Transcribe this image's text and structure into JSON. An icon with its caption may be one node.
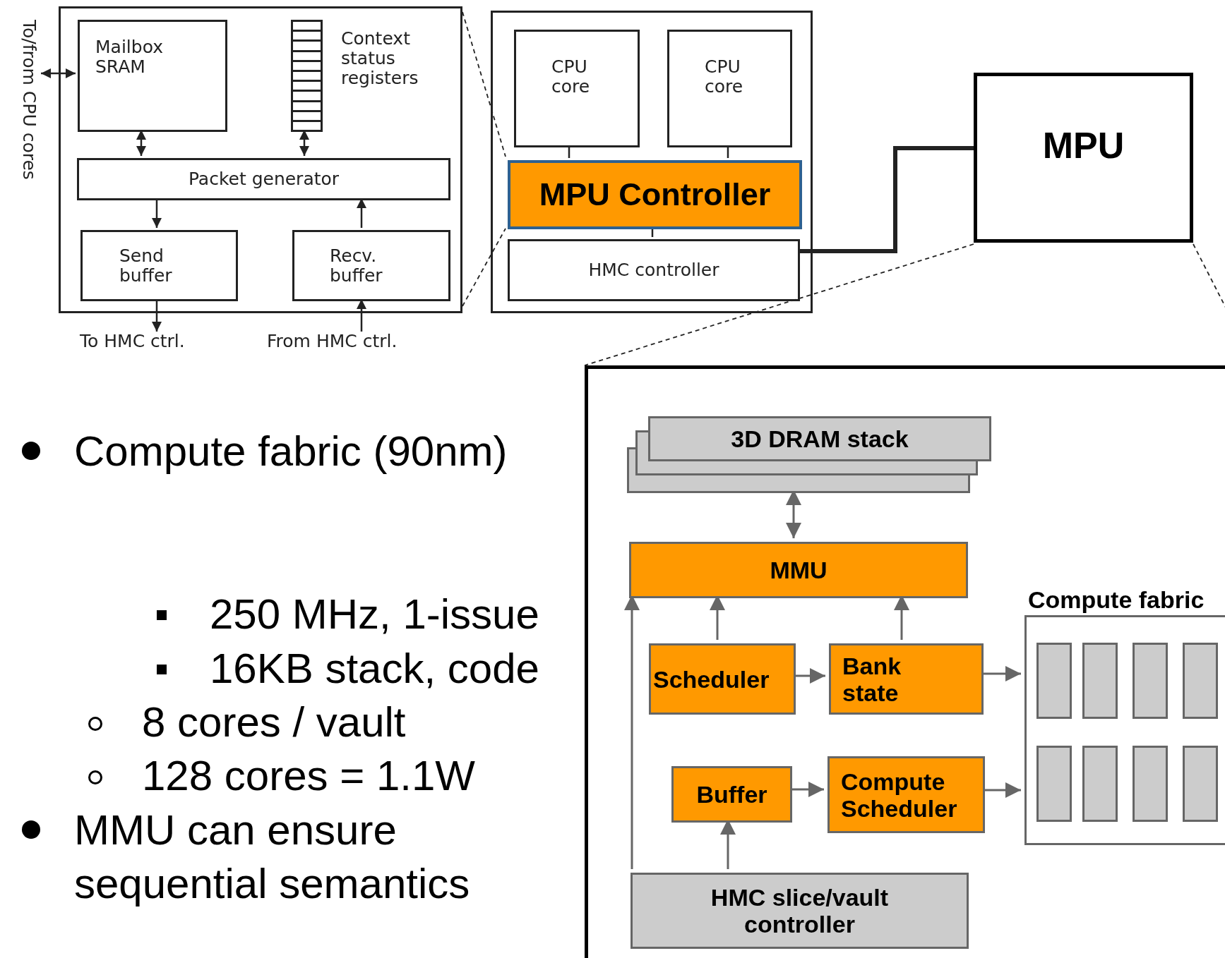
{
  "diagram": {
    "nodes": [
      {
        "text": [],
        "shape": "box"
      },
      {
        "text": [
          "Mailbox SRAM"
        ],
        "in": 0
      },
      {
        "text": [],
        "shape": "box",
        "in": 0,
        "beside": [
          "Context status registers"
        ]
      },
      {
        "text": [
          "Packet generator"
        ],
        "in": 0
      },
      {
        "text": [
          "Send buffer"
        ],
        "in": 0
      },
      {
        "text": [
          "Recv. buffer"
        ],
        "in": 0
      },
      {
        "text": [
          "To HMC ctrl."
        ]
      },
      {
        "text": [
          "From HMC ctrl."
        ]
      },
      {
        "text": [
          "To/from CPU cores"
        ]
      },
      {
        "text": [],
        "shape": "box"
      },
      {
        "text": [
          "CPU core"
        ],
        "in": 9
      },
      {
        "text": [
          "CPU core"
        ],
        "in": 9
      },
      {
        "text": [
          "MPU Controller"
        ],
        "in": 9
      },
      {
        "text": [
          "HMC controller"
        ],
        "in": 9
      },
      {
        "text": [
          "MPU"
        ]
      },
      {
        "text": [],
        "shape": "box"
      },
      {
        "text": [
          "3D DRAM stack"
        ],
        "in": 15
      },
      {
        "text": [
          "MMU"
        ],
        "in": 15
      },
      {
        "text": [
          "Scheduler"
        ],
        "in": 15
      },
      {
        "text": [
          "Bank state"
        ],
        "in": 15
      },
      {
        "text": [
          "Buffer"
        ],
        "in": 15
      },
      {
        "text": [
          "Compute Scheduler"
        ],
        "in": 15
      },
      {
        "text": [
          "HMC slice/vault controller"
        ],
        "in": 15
      },
      {
        "text": [
          "Compute fabric"
        ],
        "in": 15
      },
      {
        "text": [],
        "shape": "box",
        "in": 23
      },
      {
        "text": [],
        "shape": "box",
        "in": 23
      },
      {
        "text": [],
        "shape": "box",
        "in": 23
      },
      {
        "text": [],
        "shape": "box",
        "in": 23
      },
      {
        "text": [],
        "shape": "box",
        "in": 23
      },
      {
        "text": [],
        "shape": "box",
        "in": 23
      },
      {
        "text": [],
        "shape": "box",
        "in": 23
      },
      {
        "text": [],
        "shape": "box",
        "in": 23
      }
    ],
    "edges": [
      {
        "from": 8,
        "to": 1,
        "arrow": "both"
      },
      {
        "from": 1,
        "to": 3,
        "arrow": "both"
      },
      {
        "from": 2,
        "to": 3,
        "arrow": "both"
      },
      {
        "from": 3,
        "to": 4,
        "arrow": "to"
      },
      {
        "from": 5,
        "to": 3,
        "arrow": "to"
      },
      {
        "from": 4,
        "to": 6,
        "arrow": "to"
      },
      {
        "from": 7,
        "to": 5,
        "arrow": "to"
      },
      {
        "from": 10,
        "to": 12,
        "arrow": "none"
      },
      {
        "from": 11,
        "to": 12,
        "arrow": "none"
      },
      {
        "from": 12,
        "to": 13,
        "arrow": "none"
      },
      {
        "from": 13,
        "to": 14,
        "arrow": "none",
        "style": "thick"
      },
      {
        "from": 16,
        "to": 17,
        "arrow": "both",
        "color": "#666666"
      },
      {
        "from": 18,
        "to": 17,
        "arrow": "to",
        "color": "#666666"
      },
      {
        "from": 19,
        "to": 17,
        "arrow": "to",
        "color": "#666666"
      },
      {
        "from": 22,
        "to": 17,
        "arrow": "to",
        "color": "#666666"
      },
      {
        "from": 18,
        "to": 19,
        "arrow": "to",
        "color": "#666666"
      },
      {
        "from": 19,
        "to": 23,
        "arrow": "to",
        "color": "#666666"
      },
      {
        "from": 20,
        "to": 21,
        "arrow": "to",
        "color": "#666666"
      },
      {
        "from": 21,
        "to": 23,
        "arrow": "to",
        "color": "#666666"
      },
      {
        "from": 22,
        "to": 20,
        "arrow": "to",
        "color": "#666666"
      },
      {
        "from": 0,
        "to": 12,
        "arrow": "none",
        "style": "dashed"
      },
      {
        "from": 0,
        "to": 12,
        "arrow": "none",
        "style": "dashed"
      },
      {
        "from": 14,
        "to": 15,
        "arrow": "none",
        "style": "dashed"
      },
      {
        "from": 14,
        "to": 15,
        "arrow": "none",
        "style": "dashed"
      }
    ],
    "labels": [
      "Compute fabric (90nm)",
      "250 MHz, 1-issue",
      "16KB stack, code",
      "8 cores / vault",
      "128 cores = 1.1W",
      "MMU can ensure sequential semantics"
    ]
  }
}
